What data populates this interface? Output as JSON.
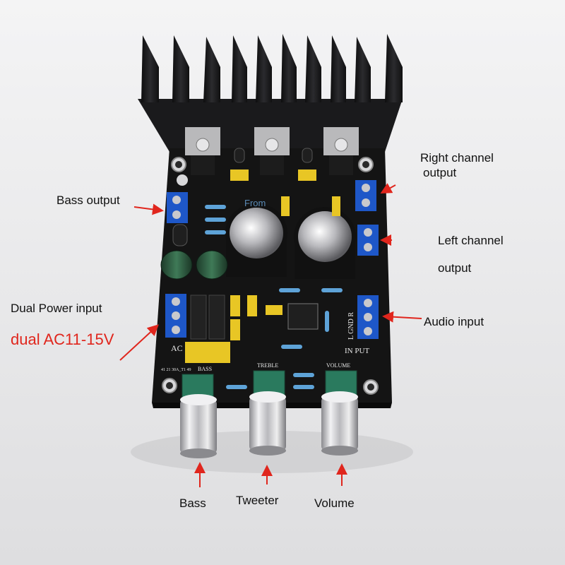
{
  "labels": {
    "right_channel_line1": "Right channel",
    "right_channel_line2": "output",
    "bass_output": "Bass output",
    "left_channel_line1": "Left channel",
    "left_channel_line2": "output",
    "dual_power_input": "Dual Power input",
    "dual_ac": "dual AC11-15V",
    "audio_input": "Audio input",
    "bass": "Bass",
    "tweeter": "Tweeter",
    "volume": "Volume"
  },
  "silkscreen": {
    "ac": "AC",
    "input": "IN PUT",
    "l_gnd_r": "L GND R",
    "bass": "BASS",
    "treble": "TREBLE",
    "volume": "VOLUME",
    "board_code": "41 21 30A_T1 49",
    "from": "From"
  },
  "colors": {
    "pcb": "#141414",
    "heatsink": "#1c1c1e",
    "terminal": "#1e57c8",
    "capacitor_yellow": "#e8c625",
    "pot_green": "#2a7a5e",
    "arrow": "#e0261d"
  }
}
